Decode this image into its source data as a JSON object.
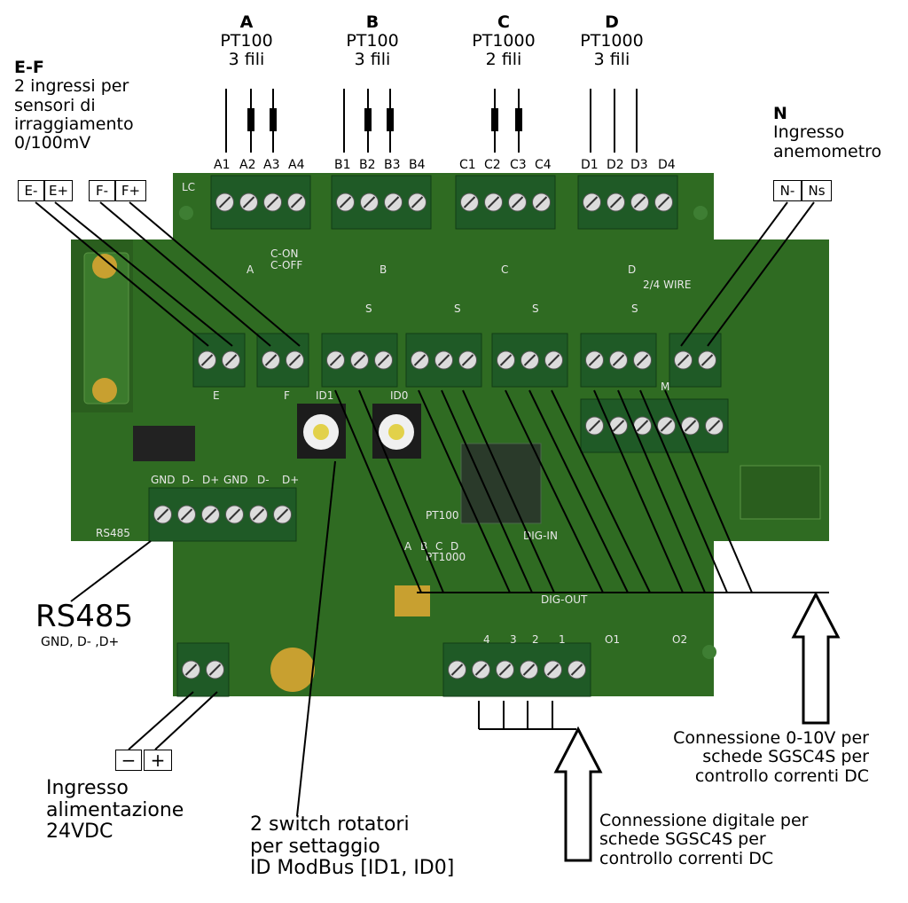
{
  "groups": [
    {
      "letter": "A",
      "type": "PT100",
      "wires": "3 fili",
      "pins": [
        "A1",
        "A2",
        "A3",
        "A4"
      ]
    },
    {
      "letter": "B",
      "type": "PT100",
      "wires": "3 fili",
      "pins": [
        "B1",
        "B2",
        "B3",
        "B4"
      ]
    },
    {
      "letter": "C",
      "type": "PT1000",
      "wires": "2 fili",
      "pins": [
        "C1",
        "C2",
        "C3",
        "C4"
      ]
    },
    {
      "letter": "D",
      "type": "PT1000",
      "wires": "3 fili",
      "pins": [
        "D1",
        "D2",
        "D3",
        "D4"
      ]
    }
  ],
  "ef": {
    "title": "E-F",
    "desc": [
      "2 ingressi per",
      "sensori di",
      "irraggiamento",
      "0/100mV"
    ],
    "pins": [
      "E-",
      "E+",
      "F-",
      "F+"
    ]
  },
  "n": {
    "title": "N",
    "desc": [
      "Ingresso",
      "anemometro"
    ],
    "pins": [
      "N-",
      "Ns"
    ]
  },
  "rs485": {
    "title": "RS485",
    "sub": "GND, D- ,D+"
  },
  "power": {
    "pins": [
      "−",
      "+"
    ],
    "desc": [
      "Ingresso",
      "alimentazione",
      "24VDC"
    ]
  },
  "switches": {
    "desc": [
      "2 switch rotatori",
      "per settaggio",
      "ID ModBus [ID1, ID0]"
    ]
  },
  "analog_conn": {
    "desc": [
      "Connessione 0-10V per",
      "schede SGSC4S per",
      "controllo correnti DC"
    ]
  },
  "digital_conn": {
    "desc": [
      "Connessione digitale per",
      "schede SGSC4S per",
      "controllo correnti DC"
    ]
  },
  "board": {
    "silk": [
      "GND",
      "D-",
      "D+",
      "GND",
      "D-",
      "D+",
      "RS485",
      "A",
      "B",
      "C",
      "D",
      "2/4 WIRE",
      "C-ON",
      "C-OFF",
      "ID1",
      "ID0",
      "PT100",
      "PT1000",
      "A",
      "B",
      "C",
      "D",
      "DIG-IN",
      "DIG-OUT",
      "O1",
      "O2",
      "E",
      "F",
      "M",
      "S",
      "S",
      "S",
      "S",
      "1",
      "2",
      "3",
      "4",
      "LC"
    ]
  },
  "colors": {
    "pcb": "#2f6b22",
    "pcb_dark": "#245219",
    "terminal": "#1f5a26",
    "screw": "#dcdcdc",
    "silk": "#e8e8e8",
    "gold": "#c8a030"
  }
}
